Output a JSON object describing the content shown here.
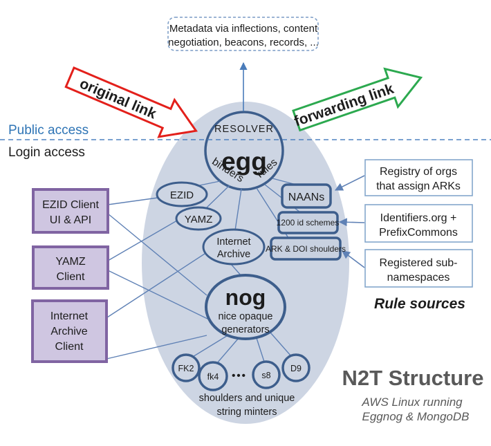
{
  "colors": {
    "backdrop_ellipse": "#cdd5e3",
    "node_stroke": "#3d5e8c",
    "connector": "#5f81b5",
    "divider_dash": "#4f82c0",
    "purple_border": "#8064a2",
    "purple_fill": "#cfc6e1",
    "blue_box_fill": "#c8d1e0",
    "white_box_border": "#84a7cc",
    "arrow_red": "#e3201b",
    "arrow_green": "#2ca94f",
    "public_access_blue": "#2e74b5",
    "title_gray": "#595959"
  },
  "metadata_note": {
    "line1": "Metadata via inflections, content",
    "line2": "negotiation, beacons, records, ..."
  },
  "flow": {
    "original": "original link",
    "forwarding": "forwarding link"
  },
  "access": {
    "public": "Public access",
    "login": "Login access"
  },
  "egg": {
    "role": "RESOLVER",
    "name": "egg",
    "left": "binders",
    "right": "rules"
  },
  "binders": {
    "ezid": "EZID",
    "yamz": "YAMZ",
    "ia1": "Internet",
    "ia2": "Archive"
  },
  "rules": {
    "naans": "NAANs",
    "schemes": "1200 id schemes",
    "shoulders": "ARK & DOI shoulders"
  },
  "clients": {
    "ezid1": "EZID Client",
    "ezid2": "UI & API",
    "yamz1": "YAMZ",
    "yamz2": "Client",
    "ia1": "Internet",
    "ia2": "Archive",
    "ia3": "Client"
  },
  "sources": {
    "registry1": "Registry of orgs",
    "registry2": "that assign ARKs",
    "identifiers1": "Identifiers.org +",
    "identifiers2": "PrefixCommons",
    "registered1": "Registered sub-",
    "registered2": "namespaces",
    "caption": "Rule sources"
  },
  "nog": {
    "name": "nog",
    "desc1": "nice opaque",
    "desc2": "generators"
  },
  "minters": {
    "m1": "FK2",
    "m2": "fk4",
    "dots": "•••",
    "m3": "s8",
    "m4": "D9",
    "caption1": "shoulders and unique",
    "caption2": "string minters"
  },
  "branding": {
    "title": "N2T Structure",
    "sub1": "AWS Linux running",
    "sub2": "Eggnog & MongoDB"
  }
}
